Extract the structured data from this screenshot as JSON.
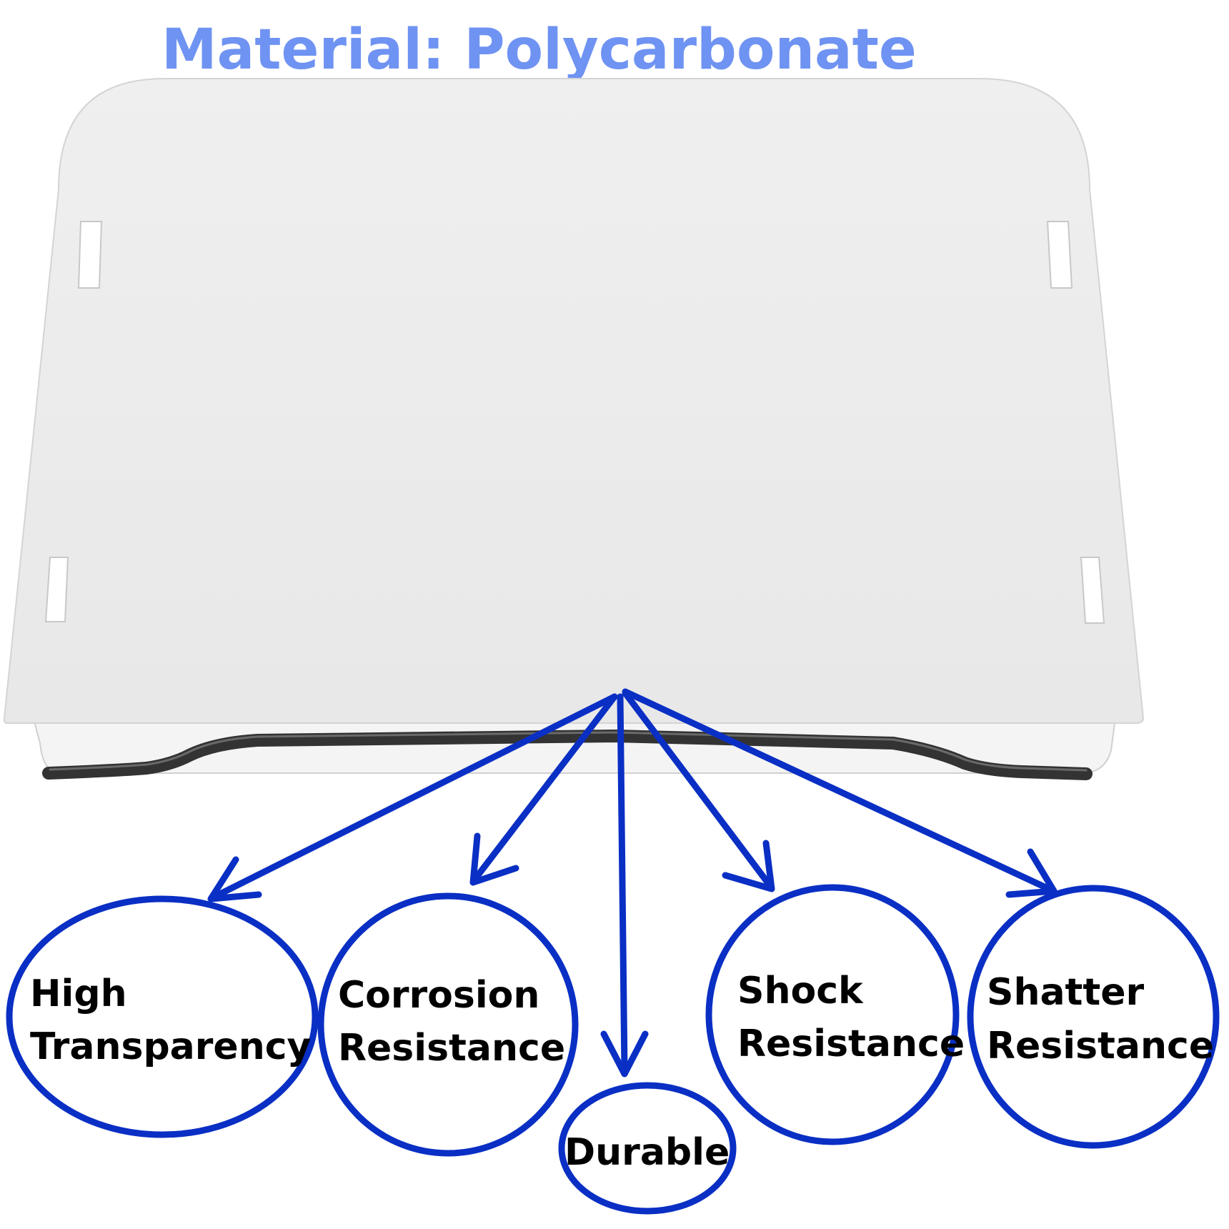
{
  "title": "Material: Polycarbonate",
  "colors": {
    "title": "#6f93f2",
    "accent_blue": "#0a2fc4",
    "panel_fill": "#ebebeb",
    "panel_edge": "#d8d8d8",
    "slot_fill": "#ffffff",
    "seal": "#3a3a3a"
  },
  "features": [
    {
      "line1": "High",
      "line2": "Transparency"
    },
    {
      "line1": "Corrosion",
      "line2": "Resistance"
    },
    {
      "line1": "Durable",
      "line2": ""
    },
    {
      "line1": "Shock",
      "line2": "Resistance"
    },
    {
      "line1": "Shatter",
      "line2": "Resistance"
    }
  ]
}
